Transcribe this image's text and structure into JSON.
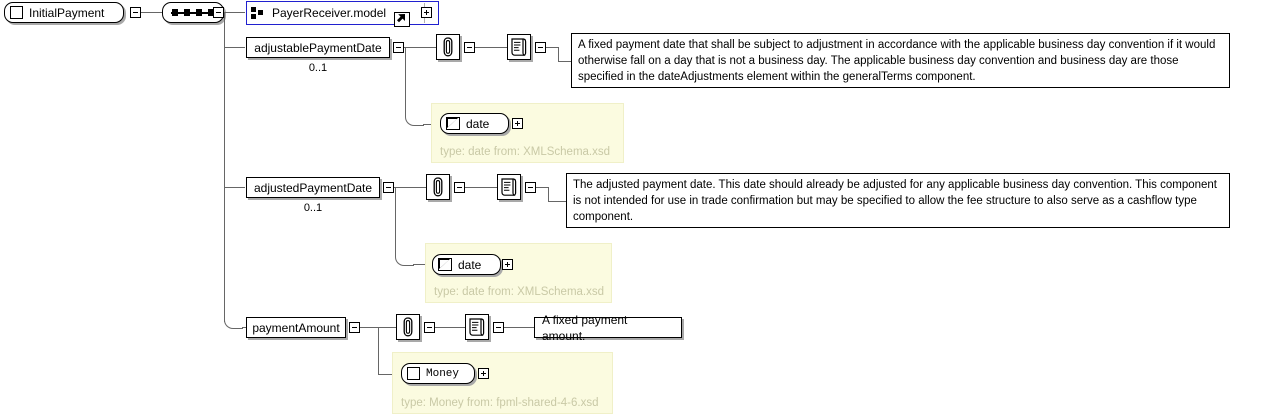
{
  "diagram": {
    "title": "InitialPayment",
    "type": "xml-schema-tree"
  },
  "root": {
    "label": "InitialPayment",
    "icon": "complex-type-icon",
    "toggle": "collapse-toggle"
  },
  "sequence": {
    "name": "sequence-compositor",
    "dots": 4
  },
  "children": [
    {
      "id": "payer-receiver-model",
      "label": "PayerReceiver.model",
      "kind": "group-reference",
      "icon": "group-icon",
      "badge": "goto-arrow-icon",
      "expand": "expand-toggle",
      "cardinality": ""
    },
    {
      "id": "adjustable-payment-date",
      "label": "adjustablePaymentDate",
      "kind": "element",
      "cardinality": "0..1",
      "annotation_icon": "paperclip-icon",
      "documentation_icon": "documentation-icon",
      "documentation": "A fixed payment date that shall be subject to adjustment in accordance with the applicable business day convention if it would otherwise fall on a day that is not a business day. The applicable business day convention and business day are those specified in the dateAdjustments element within the generalTerms component.",
      "type_panel": {
        "type_label": "date",
        "type_icon": "simple-type-icon",
        "expand": "expand-toggle",
        "footer": "type: date from: XMLSchema.xsd"
      }
    },
    {
      "id": "adjusted-payment-date",
      "label": "adjustedPaymentDate",
      "kind": "element",
      "cardinality": "0..1",
      "annotation_icon": "paperclip-icon",
      "documentation_icon": "documentation-icon",
      "documentation": "The adjusted payment date. This date should already be adjusted for any applicable business day convention. This component is not intended for use in trade confirmation but may be specified to allow the fee structure to also serve as a cashflow type component.",
      "type_panel": {
        "type_label": "date",
        "type_icon": "simple-type-icon",
        "expand": "expand-toggle",
        "footer": "type: date from: XMLSchema.xsd"
      }
    },
    {
      "id": "payment-amount",
      "label": "paymentAmount",
      "kind": "element",
      "cardinality": "",
      "annotation_icon": "paperclip-icon",
      "documentation_icon": "documentation-icon",
      "documentation": "A fixed payment amount.",
      "type_panel": {
        "type_label": "Money",
        "type_icon": "complex-type-icon",
        "expand": "expand-toggle",
        "footer": "type: Money from: fpml-shared-4-6.xsd"
      }
    }
  ],
  "colors": {
    "group_border": "#2020cf",
    "type_panel_bg": "#fbfbe0",
    "type_panel_text": "#c9c9a6",
    "line": "#666666",
    "shadow": "#a9a9a9"
  }
}
